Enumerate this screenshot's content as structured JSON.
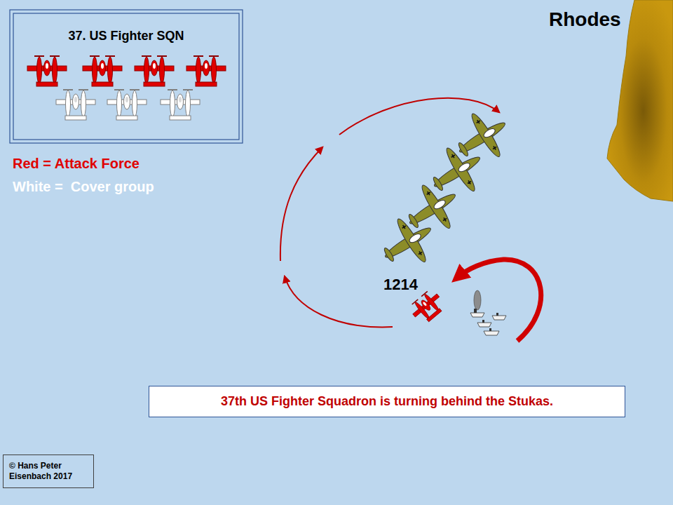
{
  "diagram": {
    "nodes": [
      {
        "text": [
          "37. US Fighter SQN"
        ]
      },
      {
        "text": [
          "37th US Fighter Squadron is turning behind the Stukas."
        ]
      },
      {
        "text": [
          "© Hans Peter Eisenbach 2017"
        ]
      }
    ],
    "labels": [
      "Rhodes",
      "Red = Attack Force",
      "White =  Cover group",
      "1214"
    ]
  }
}
